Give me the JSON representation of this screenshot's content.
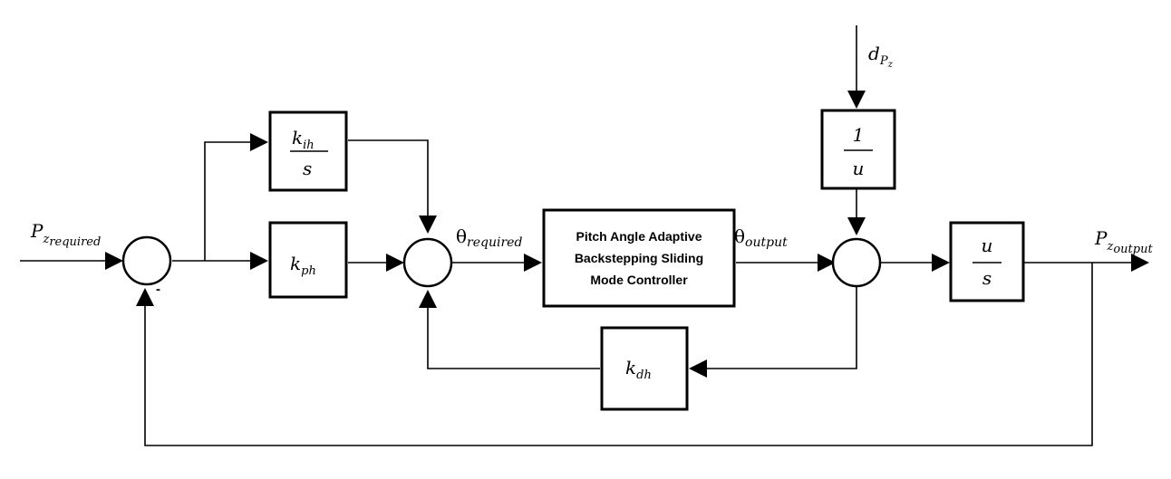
{
  "signals": {
    "input": {
      "base": "P",
      "sub": "z",
      "subsub": "required"
    },
    "theta_req": {
      "base": "θ",
      "sub": "required"
    },
    "theta_out": {
      "base": "θ",
      "sub": "output"
    },
    "disturbance": {
      "base": "d",
      "sub": "P",
      "subsub": "z"
    },
    "output": {
      "base": "P",
      "sub": "z",
      "subsub": "output"
    }
  },
  "blocks": {
    "kih": {
      "num_base": "k",
      "num_sub": "ih",
      "den": "s"
    },
    "kph": {
      "base": "k",
      "sub": "ph"
    },
    "controller": [
      "Pitch Angle Adaptive",
      "Backstepping Sliding",
      "Mode Controller"
    ],
    "inv_u": {
      "num": "1",
      "den": "u"
    },
    "u_over_s": {
      "num": "u",
      "den": "s"
    },
    "kdh": {
      "base": "k",
      "sub": "dh"
    }
  },
  "signs": {
    "minus": "-"
  }
}
